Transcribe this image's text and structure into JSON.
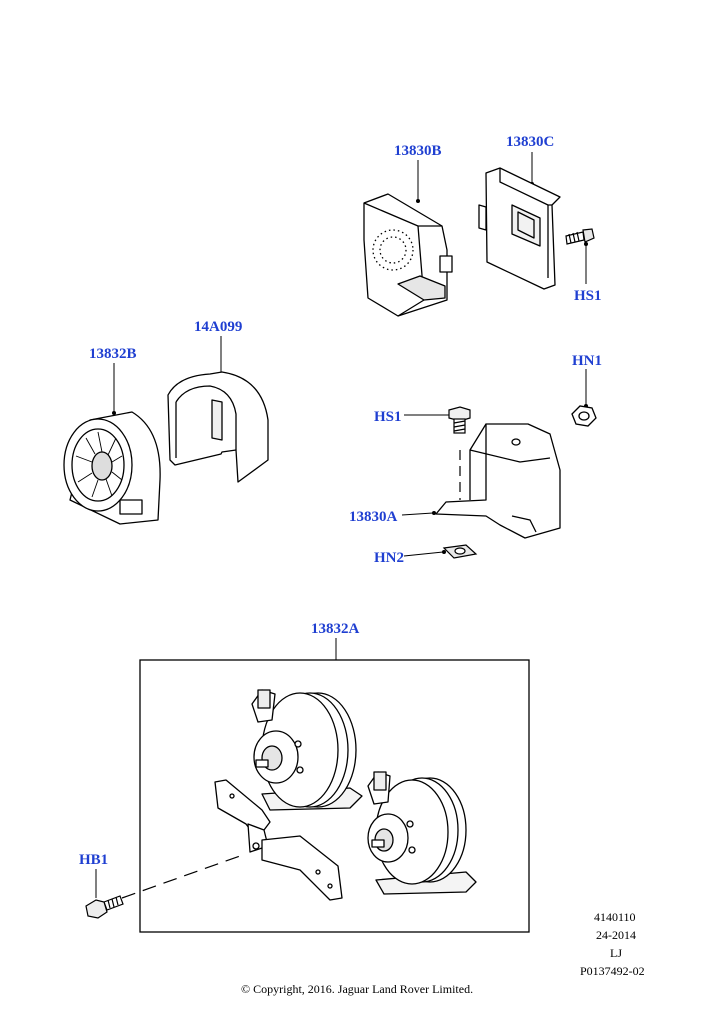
{
  "colors": {
    "callout": "#1f3fd1",
    "line": "#000000",
    "background": "#ffffff",
    "shade": "#cfcfcf"
  },
  "labels": {
    "c13830B": "13830B",
    "c13830C": "13830C",
    "hs1_top": "HS1",
    "c14A099": "14A099",
    "c13832B": "13832B",
    "hn1": "HN1",
    "hs1_mid": "HS1",
    "c13830A": "13830A",
    "hn2": "HN2",
    "c13832A": "13832A",
    "hb1": "HB1"
  },
  "info": {
    "ref1": "4140110",
    "ref2": "24-2014",
    "ref3": "LJ",
    "ref4": "P0137492-02"
  },
  "copyright": "© Copyright, 2016. Jaguar Land Rover Limited."
}
